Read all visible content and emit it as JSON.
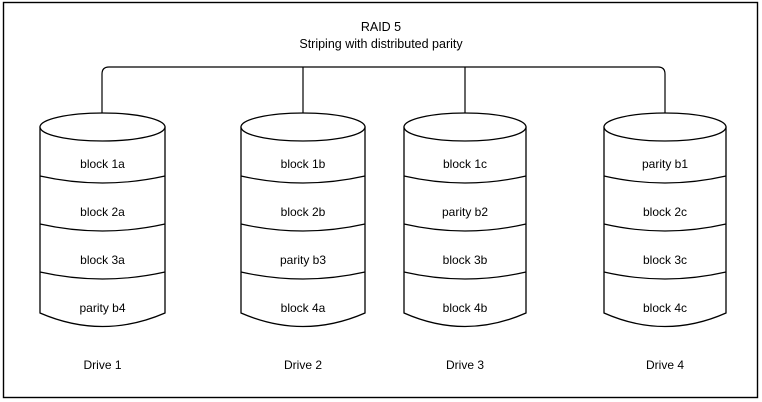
{
  "diagram": {
    "title_line1": "RAID 5",
    "title_line2": "Striping with distributed parity",
    "stroke_color": "#000000",
    "fill_color": "#ffffff",
    "background_color": "#ffffff"
  },
  "drives": [
    {
      "label": "Drive 1",
      "blocks": [
        "block 1a",
        "block 2a",
        "block 3a",
        "parity b4"
      ]
    },
    {
      "label": "Drive 2",
      "blocks": [
        "block 1b",
        "block 2b",
        "parity b3",
        "block 4a"
      ]
    },
    {
      "label": "Drive 3",
      "blocks": [
        "block 1c",
        "parity b2",
        "block 3b",
        "block 4b"
      ]
    },
    {
      "label": "Drive 4",
      "blocks": [
        "parity b1",
        "block 2c",
        "block 3c",
        "block 4c"
      ]
    }
  ]
}
